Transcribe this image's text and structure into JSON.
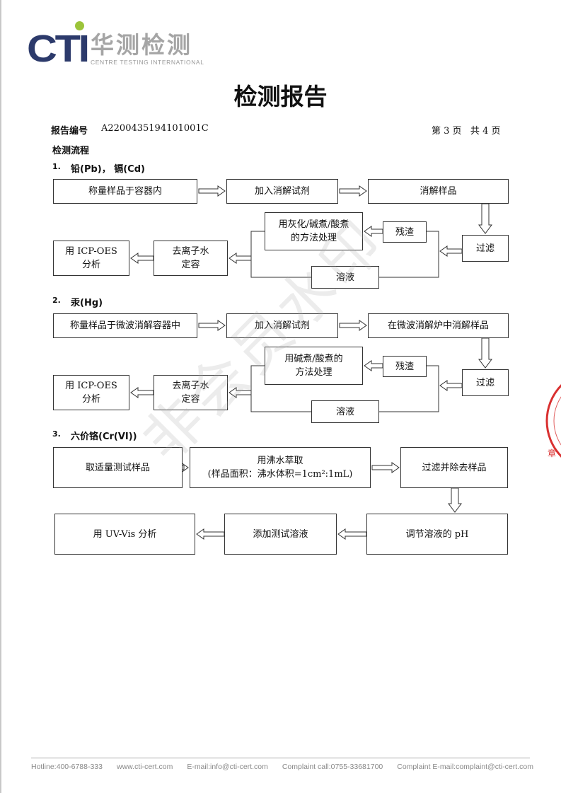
{
  "logo": {
    "brand": "CTI",
    "chinese": "华测检测",
    "english": "CENTRE TESTING INTERNATIONAL"
  },
  "title": "检测报告",
  "report_no_label": "报告编号",
  "report_no": "A2200435194101001C",
  "page_info": "第 3 页   共 4 页",
  "section_heading": "检测流程",
  "sections": [
    {
      "num": "1.",
      "title": "铅(Pb)， 镉(Cd)",
      "boxes": {
        "a": "称量样品于容器内",
        "b": "加入消解试剂",
        "c": "消解样品",
        "filter": "过滤",
        "residue": "残渣",
        "treat": "用灰化/碱煮/酸煮\n的方法处理",
        "solution": "溶液",
        "dilute": "去离子水\n定容",
        "analyze": "用 ICP-OES\n分析"
      }
    },
    {
      "num": "2.",
      "title": "汞(Hg)",
      "boxes": {
        "a": "称量样品于微波消解容器中",
        "b": "加入消解试剂",
        "c": "在微波消解炉中消解样品",
        "filter": "过滤",
        "residue": "残渣",
        "treat": "用碱煮/酸煮的\n方法处理",
        "solution": "溶液",
        "dilute": "去离子水\n定容",
        "analyze": "用 ICP-OES\n分析"
      }
    },
    {
      "num": "3.",
      "title": "六价铬(Cr(VI))",
      "boxes": {
        "a": "取适量测试样品",
        "b": "用沸水萃取\n(样品面积：沸水体积=1cm²:1mL)",
        "c": "过滤并除去样品",
        "d": "调节溶液的 pH",
        "e": "添加测试溶液",
        "f": "用 UV-Vis 分析"
      }
    }
  ],
  "watermark": "非会员水印",
  "stamp_text": "专用章",
  "footer": [
    "Hotline:400-6788-333",
    "www.cti-cert.com",
    "E-mail:info@cti-cert.com",
    "Complaint call:0755-33681700",
    "Complaint E-mail:complaint@cti-cert.com"
  ]
}
